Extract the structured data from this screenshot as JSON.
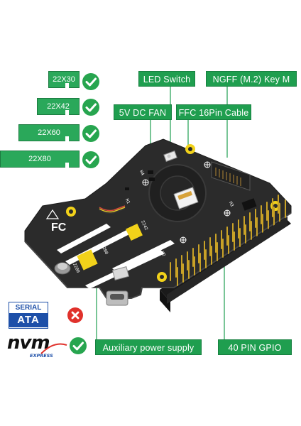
{
  "m2_sizes": {
    "items": [
      {
        "label": "22X30",
        "supported": true
      },
      {
        "label": "22X42",
        "supported": true
      },
      {
        "label": "22X60",
        "supported": true
      },
      {
        "label": "22X80",
        "supported": true
      }
    ]
  },
  "callouts": {
    "led_switch": "LED  Switch",
    "ngff": "NGFF  (M.2)  Key  M",
    "fan": "5V DC FAN",
    "ffc": "FFC 16Pin Cable",
    "aux_power": "Auxiliary power supply",
    "gpio": "40  PIN  GPIO"
  },
  "interfaces": {
    "sata_top": "SERIAL",
    "sata_bottom": "ATA",
    "sata_supported": false,
    "nvme_word": "nvm",
    "nvme_sub": "EXPRESS",
    "nvme_supported": true
  },
  "board": {
    "fc_mark": "FC",
    "silk_2242": "2242",
    "silk_2260": "2260",
    "silk_2280": "2280",
    "silk_h1": "H1",
    "silk_h2": "H2",
    "silk_h3": "H3",
    "silk_h4": "H4"
  },
  "colors": {
    "accent_green": "#1f9e4f",
    "board_black": "#2b2b2b",
    "pad_yellow": "#f2d21a",
    "cross_red": "#e0312b"
  }
}
